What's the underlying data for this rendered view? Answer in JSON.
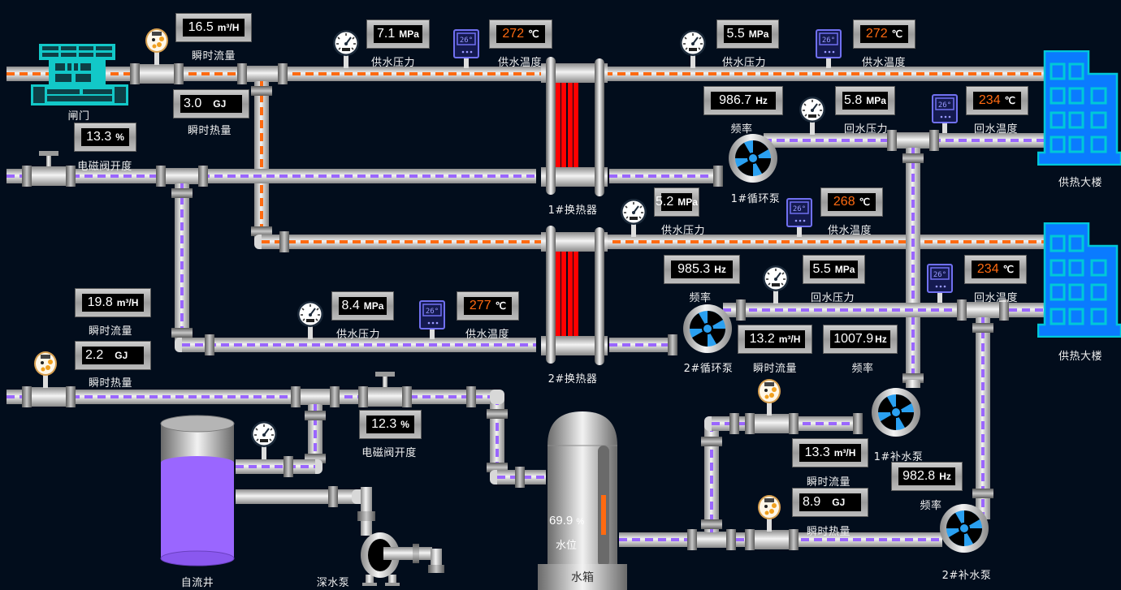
{
  "colors": {
    "background": "#020d1c",
    "supply_flow": "#ff6a10",
    "return_flow": "#9a66ff",
    "building": "#0a7bff",
    "building_outline": "#00c8d8",
    "valve_gate": "#12c8c8",
    "pump_impeller": "#2aa0f0",
    "exchanger_core": "#ff0000",
    "well_water": "#9a66ff",
    "level_bar": "#ff6a10"
  },
  "equipment": {
    "gate": "闸门",
    "hx1": "1#换热器",
    "hx2": "2#换热器",
    "circ_pump1": "1#循环泵",
    "circ_pump2": "2#循环泵",
    "makeup_pump1": "1#补水泵",
    "makeup_pump2": "2#补水泵",
    "building1": "供热大楼",
    "building2": "供热大楼",
    "well": "自流井",
    "deep_pump": "深水泵",
    "tank": "水箱"
  },
  "readouts": {
    "main_flow": {
      "value": "16.5",
      "unit": "m³/H",
      "label": "瞬时流量"
    },
    "main_heat": {
      "value": "3.0",
      "unit": "GJ",
      "label": "瞬时热量"
    },
    "valve1_open": {
      "value": "13.3",
      "unit": "%",
      "label": "电磁阀开度"
    },
    "hx1_in_pressure": {
      "value": "7.1",
      "unit": "MPa",
      "label": "供水压力"
    },
    "hx1_in_temp": {
      "value": "272",
      "unit": "℃",
      "label": "供水温度"
    },
    "b1_supply_pressure": {
      "value": "5.5",
      "unit": "MPa",
      "label": "供水压力"
    },
    "b1_supply_temp": {
      "value": "272",
      "unit": "℃",
      "label": "供水温度"
    },
    "pump1_freq": {
      "value": "986.7",
      "unit": "Hz",
      "label": "频率"
    },
    "b1_return_pressure": {
      "value": "5.8",
      "unit": "MPa",
      "label": "回水压力"
    },
    "b1_return_temp": {
      "value": "234",
      "unit": "℃",
      "label": "回水温度"
    },
    "b2_supply_pressure": {
      "value": "5.2",
      "unit": "MPa",
      "label": "供水压力"
    },
    "b2_supply_temp": {
      "value": "268",
      "unit": "℃",
      "label": "供水温度"
    },
    "pump2_freq": {
      "value": "985.3",
      "unit": "Hz",
      "label": "频率"
    },
    "b2_return_pressure": {
      "value": "5.5",
      "unit": "MPa",
      "label": "回水压力"
    },
    "b2_return_temp": {
      "value": "234",
      "unit": "℃",
      "label": "回水温度"
    },
    "lower_flow": {
      "value": "19.8",
      "unit": "m³/H",
      "label": "瞬时流量"
    },
    "lower_heat": {
      "value": "2.2",
      "unit": "GJ",
      "label": "瞬时热量"
    },
    "hx2_in_pressure": {
      "value": "8.4",
      "unit": "MPa",
      "label": "供水压力"
    },
    "hx2_in_temp": {
      "value": "277",
      "unit": "℃",
      "label": "供水温度"
    },
    "pump2_flow": {
      "value": "13.2",
      "unit": "m³/H",
      "label": "瞬时流量"
    },
    "pump2_freq_b": {
      "value": "1007.9",
      "unit": "Hz",
      "label": "频率"
    },
    "valve2_open": {
      "value": "12.3",
      "unit": "%",
      "label": "电磁阀开度"
    },
    "makeup_flow": {
      "value": "13.3",
      "unit": "m³/H",
      "label": "瞬时流量"
    },
    "makeup_heat": {
      "value": "8.9",
      "unit": "GJ",
      "label": "瞬时热量"
    },
    "makeup_freq": {
      "value": "982.8",
      "unit": "Hz",
      "label": "频率"
    }
  },
  "tank": {
    "level_percent": 69.9,
    "level_text": "69.9",
    "level_unit": "%",
    "level_label": "水位"
  },
  "thermo_display": "26°"
}
